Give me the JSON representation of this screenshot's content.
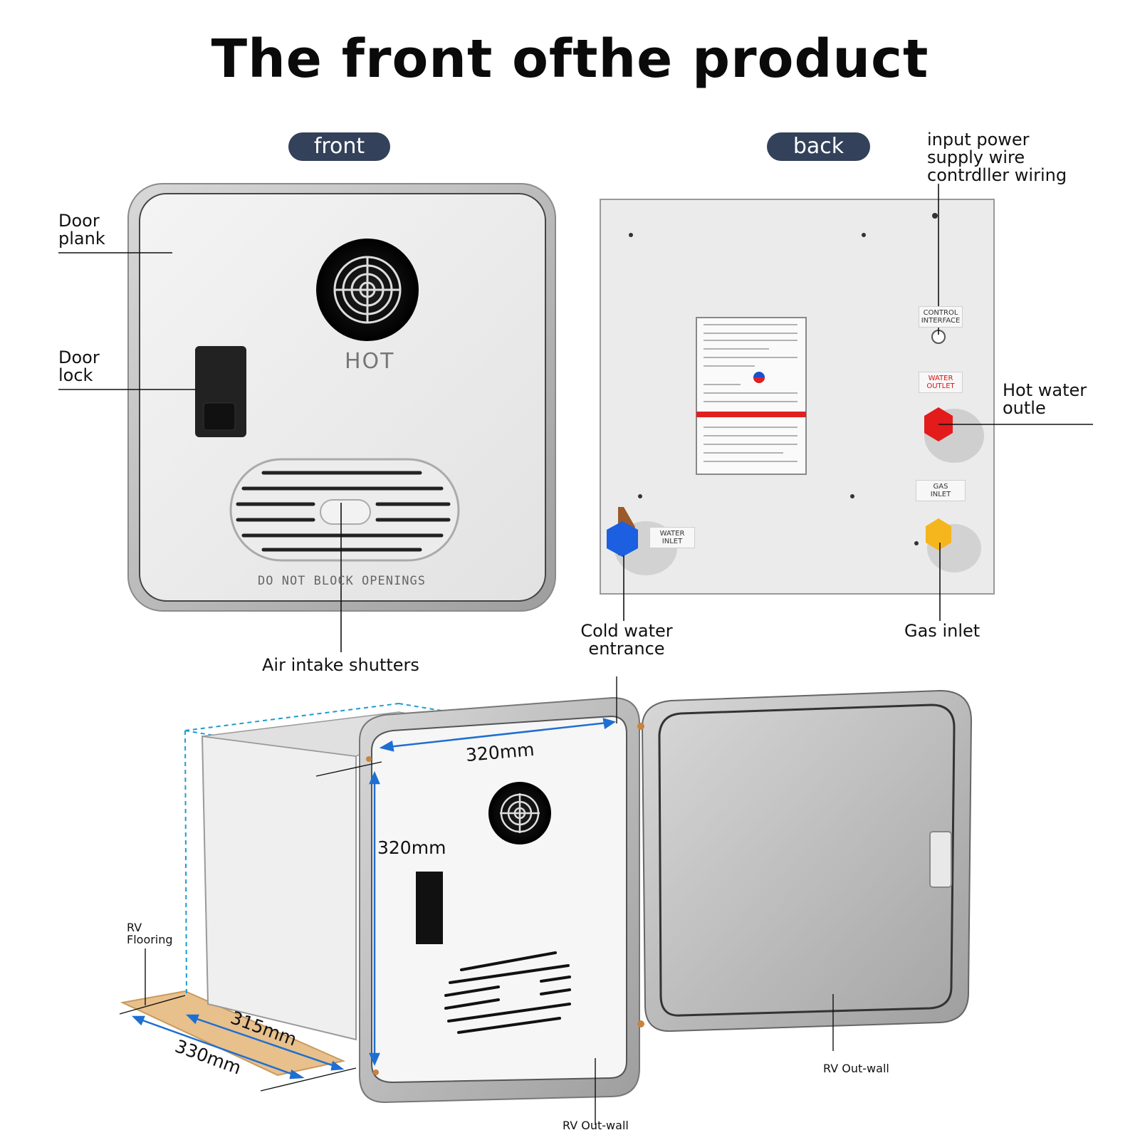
{
  "title": "The front ofthe product",
  "views": {
    "front_label": "front",
    "back_label": "back"
  },
  "front_panel": {
    "hot_text": "HOT",
    "warning_text": "DO NOT BLOCK OPENINGS",
    "callouts": {
      "door_plank": [
        "Door",
        "plank"
      ],
      "door_lock": [
        "Door",
        "lock"
      ],
      "air_intake": "Air intake shutters"
    }
  },
  "back_panel": {
    "tags": {
      "control": [
        "CONTROL",
        "INTERFACE"
      ],
      "water_outlet": [
        "WATER",
        "OUTLET"
      ],
      "gas_inlet": [
        "GAS",
        "INLET"
      ],
      "water_inlet": [
        "WATER",
        "INLET"
      ]
    },
    "callouts": {
      "input_power": [
        "input power",
        "supply wire",
        "contrdller wiring"
      ],
      "hot_water": [
        "Hot water",
        "outle"
      ],
      "cold_water": [
        "Cold water",
        "entrance"
      ],
      "gas_inlet": "Gas inlet"
    },
    "colors": {
      "hot": "#e31b1b",
      "cold": "#1c5fe0",
      "gas": "#f5b51c"
    }
  },
  "installed_view": {
    "dimensions": {
      "door_width": "320mm",
      "door_height": "320mm",
      "depth_inner": "315mm",
      "depth_outer": "330mm"
    },
    "callouts": {
      "rv_flooring": [
        "RV",
        "Flooring"
      ],
      "rv_outwall_bottom": "RV Out-wall",
      "rv_outwall_right": "RV Out-wall"
    },
    "dimension_color": "#1e6fd1"
  }
}
